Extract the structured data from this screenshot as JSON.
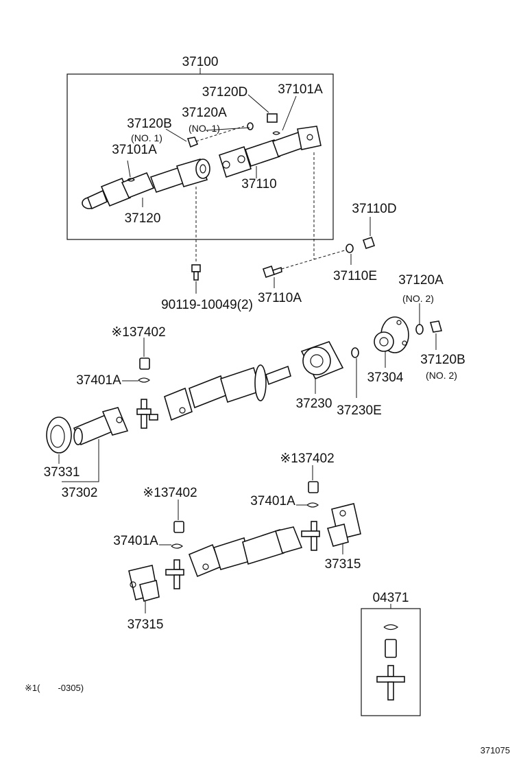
{
  "labels": {
    "l37100": "37100",
    "l37120D": "37120D",
    "l37101A_top": "37101A",
    "l37120A_no1": "37120A",
    "l37120A_no1_sub": "(NO. 1)",
    "l37120B_no1": "37120B",
    "l37120B_no1_sub": "(NO. 1)",
    "l37101A_left": "37101A",
    "l37110": "37110",
    "l37120": "37120",
    "l37110D": "37110D",
    "l37110E": "37110E",
    "l37110A": "37110A",
    "l90119": "90119-10049(2)",
    "l37120A_no2": "37120A",
    "l37120A_no2_sub": "(NO. 2)",
    "l37120B_no2": "37120B",
    "l37120B_no2_sub": "(NO. 2)",
    "l37304": "37304",
    "l37402_a": "※137402",
    "l37401A_a": "37401A",
    "l37230": "37230",
    "l37230E": "37230E",
    "l37331": "37331",
    "l37302": "37302",
    "l37402_b": "※137402",
    "l37401A_b": "37401A",
    "l37315_r": "37315",
    "l37402_c": "※137402",
    "l37401A_c": "37401A",
    "l37315_l": "37315",
    "l04371": "04371",
    "footnote": "※1(　　-0305)",
    "figure_code": "371075"
  }
}
